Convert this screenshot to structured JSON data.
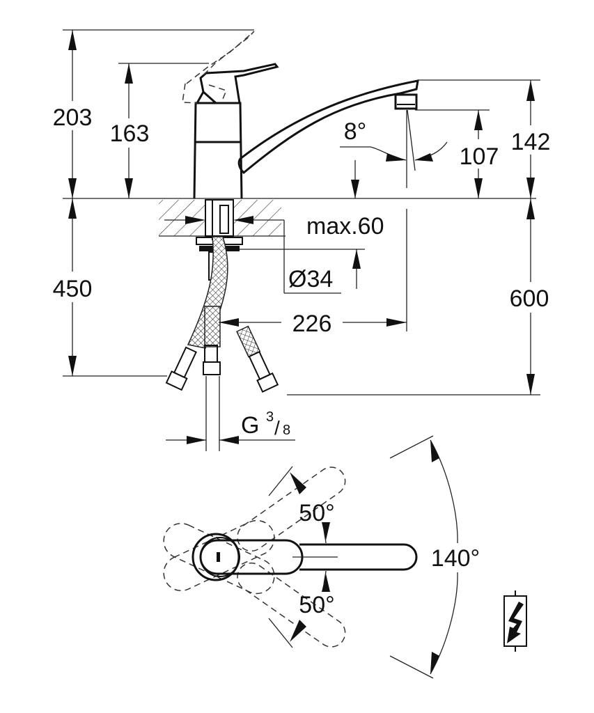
{
  "diagram": {
    "subject": "single-lever kitchen mixer tap technical drawing",
    "side_view": {
      "dimensions": {
        "lever_raised_height": "203",
        "lever_height": "163",
        "spout_top_height": "142",
        "spout_outlet_height": "107",
        "spout_angle": "8°",
        "deck_thickness": "max.60",
        "hole_diameter": "Ø34",
        "below_deck_length": "450",
        "hose_length": "600",
        "spout_reach": "226",
        "connection_thread_main": "G",
        "connection_thread_num": "3",
        "connection_thread_den": "8"
      }
    },
    "top_view": {
      "dimensions": {
        "swivel_left": "50°",
        "swivel_right": "50°",
        "spout_swivel_total": "140°"
      }
    },
    "symbols": [
      {
        "name": "high-pressure-icon"
      }
    ],
    "colors": {
      "line": "#111111",
      "background": "#ffffff"
    }
  }
}
